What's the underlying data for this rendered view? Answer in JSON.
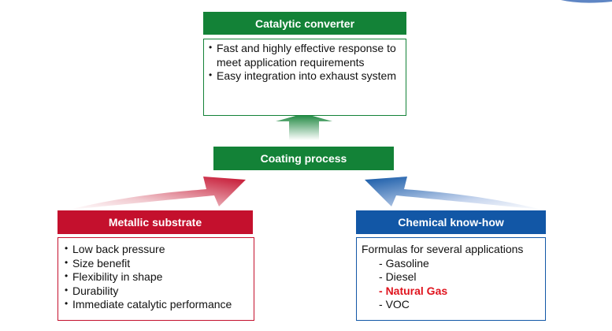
{
  "catalytic": {
    "title": "Catalytic converter",
    "bullets": [
      "Fast and highly effective response to meet application requirements",
      "Easy integration into exhaust system"
    ]
  },
  "coating": {
    "title": "Coating process"
  },
  "metallic": {
    "title": "Metallic substrate",
    "bullets": [
      "Low back pressure",
      "Size benefit",
      "Flexibility in shape",
      "Durability",
      "Immediate catalytic performance"
    ]
  },
  "chemical": {
    "title": "Chemical know-how",
    "intro": "Formulas for several applications",
    "items": [
      "Gasoline",
      "Diesel",
      "Natural Gas",
      "VOC"
    ],
    "highlighted_item": "Natural Gas"
  },
  "colors": {
    "green": "#138237",
    "red": "#c4102d",
    "blue": "#1257a6",
    "highlight": "#e0141e"
  }
}
